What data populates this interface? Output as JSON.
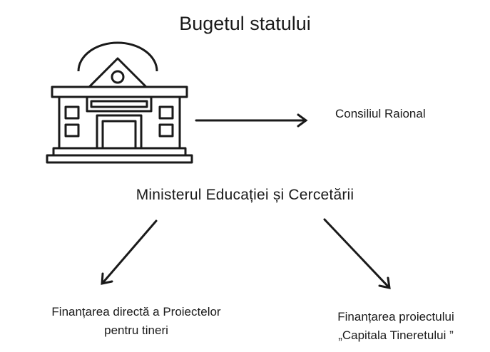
{
  "diagram": {
    "title": "Bugetul statului",
    "right_node": "Consiliul Raional",
    "center_node": "Ministerul Educației și Cercetării",
    "left_branch": {
      "line1": "Finanțarea directă a Proiectelor",
      "line2": "pentru tineri"
    },
    "right_branch": {
      "line1": "Finanțarea proiectului",
      "line2": "„Capitala Tineretului ”"
    },
    "icons": [
      "government-building-icon",
      "arrow-right-icon",
      "arrow-down-left-icon",
      "arrow-down-right-icon"
    ]
  }
}
